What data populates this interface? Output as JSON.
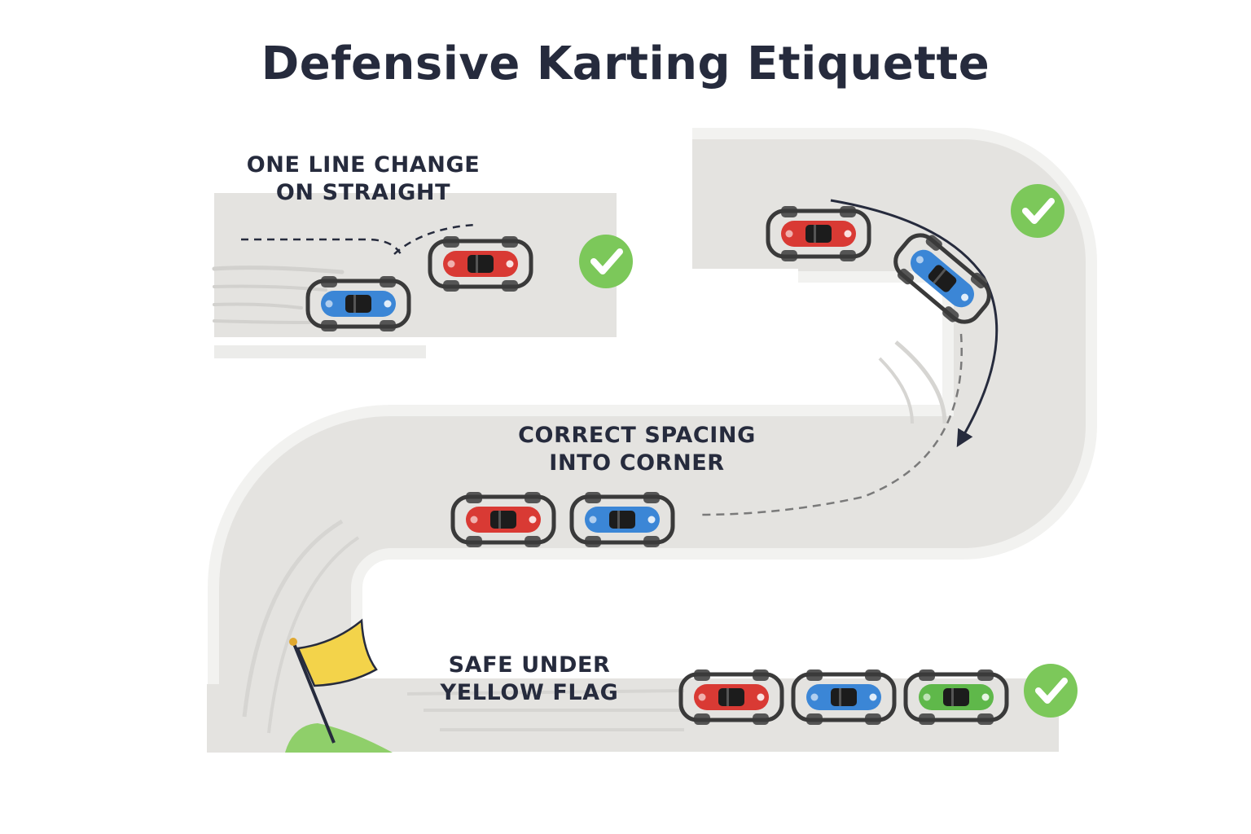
{
  "title": "Defensive Karting Etiquette",
  "sections": [
    {
      "id": "one-line-change",
      "lines": [
        "ONE LINE CHANGE",
        "ON STRAIGHT"
      ],
      "check": "check-icon"
    },
    {
      "id": "correct-spacing",
      "lines": [
        "CORRECT SPACING",
        "INTO CORNER"
      ],
      "check": "check-icon"
    },
    {
      "id": "yellow-flag",
      "lines": [
        "SAFE UNDER",
        "YELLOW FLAG"
      ],
      "check": "check-icon"
    }
  ],
  "colors": {
    "title": "#262b3d",
    "track": "#e4e3e0",
    "kart_red": "#d93a34",
    "kart_blue": "#3b86d6",
    "kart_green": "#5fb84a",
    "check_green": "#7cc85a",
    "flag_yellow": "#f3d34a",
    "grass": "#8fcf6a"
  }
}
